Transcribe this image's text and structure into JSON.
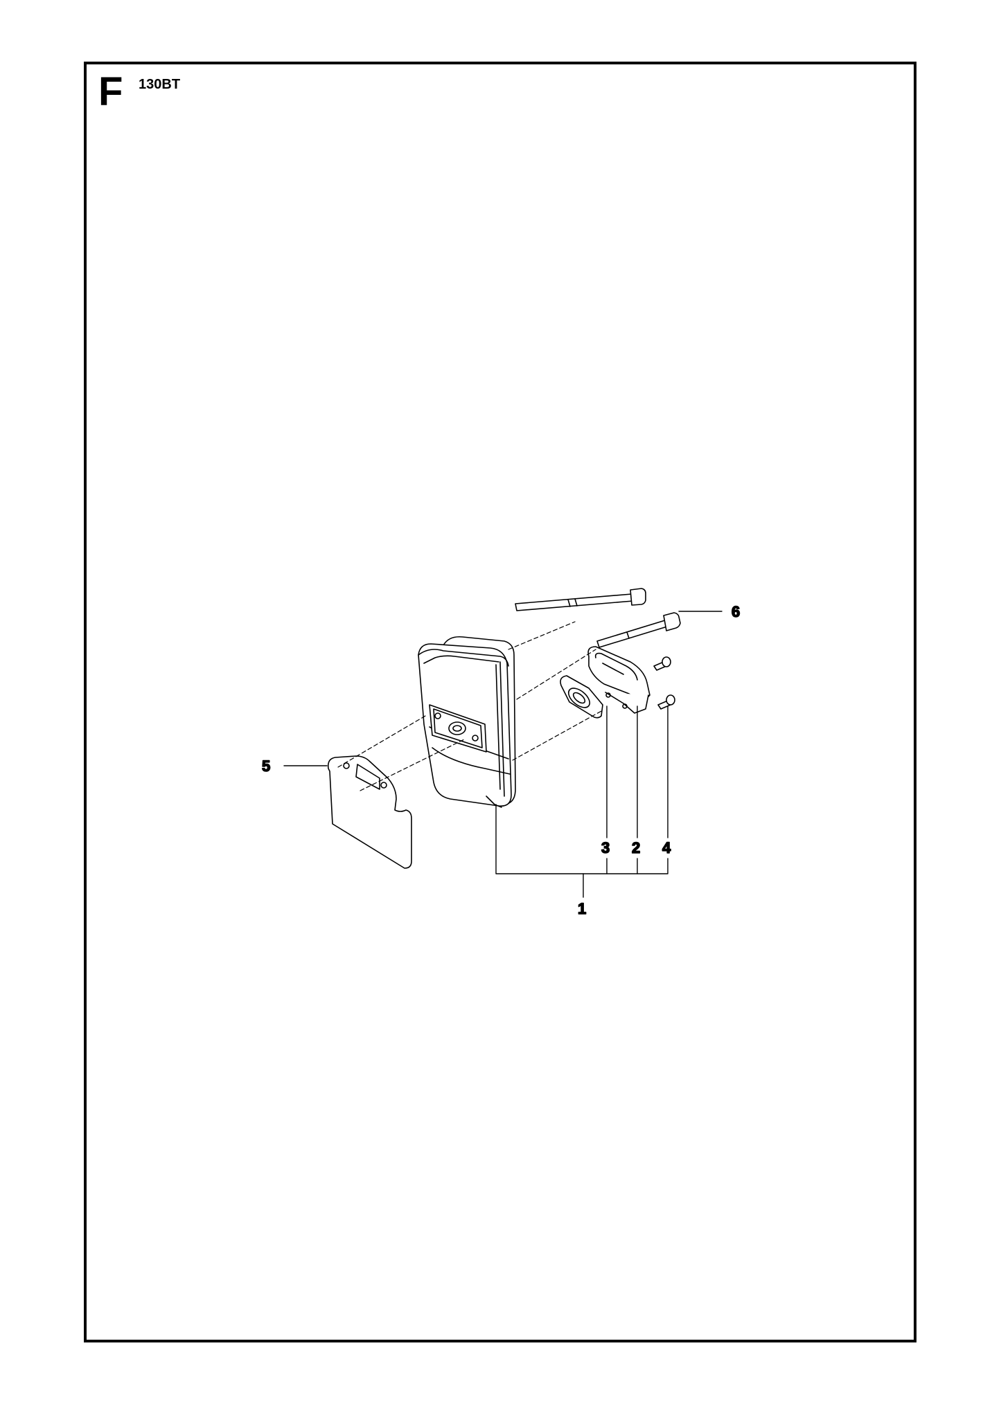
{
  "header": {
    "section_letter": "F",
    "model": "130BT"
  },
  "callouts": [
    "1",
    "2",
    "3",
    "4",
    "5",
    "6"
  ],
  "colors": {
    "ink": "#000000",
    "paper": "#ffffff"
  }
}
